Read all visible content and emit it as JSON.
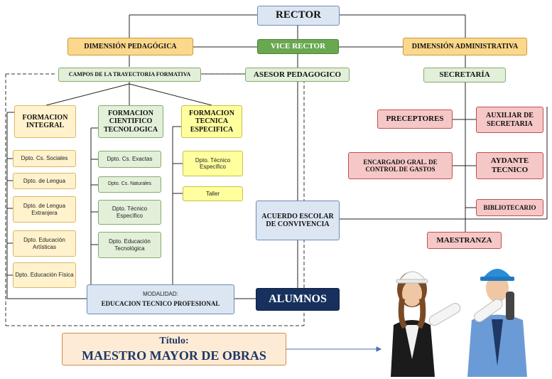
{
  "rector": "RECTOR",
  "vice_rector": "VICE RECTOR",
  "dim_pedagogica": "DIMENSIÓN PEDAGÓGICA",
  "dim_administrativa": "DIMENSIÓN ADMINISTRATIVA",
  "campos": "CAMPOS DE LA TRAYECTORIA FORMATIVA",
  "asesor": "ASESOR PEDAGOGICO",
  "secretaria": "SECRETARÍA",
  "formacion_integral": "FORMACION INTEGRAL",
  "formacion_cientifico": "FORMACION CIENTIFICO TECNOLOGICA",
  "formacion_tecnica": "FORMACION TECNICA ESPECIFICA",
  "integral_items": [
    "Dpto. Cs. Sociales",
    "Dpto. de Lengua",
    "Dpto. de Lengua Extranjera",
    "Dpto. Educación Artísticas",
    "Dpto. Educación Física"
  ],
  "cientifico_items": [
    "Dpto. Cs. Exactas",
    "Dpto. Cs. Naturales",
    "Dpto. Técnico Específico",
    "Dpto. Educación Tecnológica"
  ],
  "tecnica_items": [
    "Dpto. Técnico Específico",
    "Taller"
  ],
  "preceptores": "PRECEPTORES",
  "auxiliar": "AUXILIAR DE SECRETARIA",
  "encargado": "ENCARGADO GRAL. DE CONTROL DE GASTOS",
  "aydante": "AYDANTE TECNICO",
  "bibliotecario": "BIBLIOTECARIO",
  "acuerdo": "ACUERDO ESCOLAR DE CONVIVENCIA",
  "maestranza": "MAESTRANZA",
  "modalidad_label": "MODALIDAD:",
  "modalidad_value": "EDUCACION TECNICO PROFESIONAL",
  "alumnos": "ALUMNOS",
  "titulo_label": "Título:",
  "titulo_value": "MAESTRO MAYOR DE OBRAS"
}
